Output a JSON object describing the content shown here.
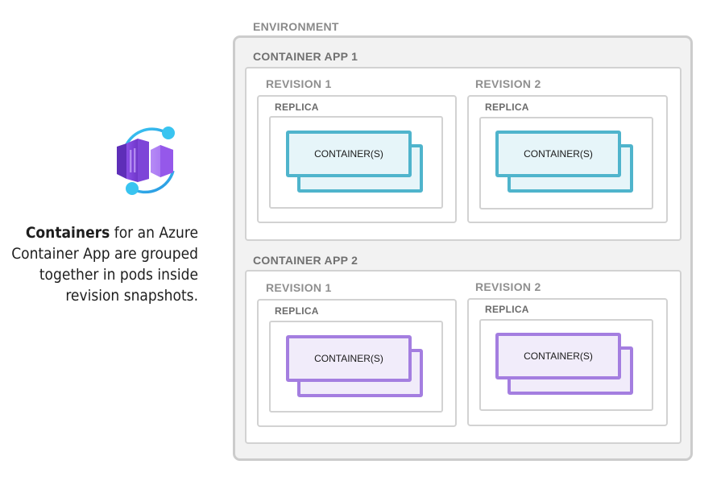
{
  "environment": {
    "label": "ENVIRONMENT",
    "apps": [
      {
        "label": "CONTAINER APP 1",
        "revisions": [
          {
            "label": "REVISION 1",
            "replica_label": "REPLICA",
            "container_label": "CONTAINER(S)"
          },
          {
            "label": "REVISION 2",
            "replica_label": "REPLICA",
            "container_label": "CONTAINER(S)"
          }
        ]
      },
      {
        "label": "CONTAINER APP 2",
        "revisions": [
          {
            "label": "REVISION 1",
            "replica_label": "REPLICA",
            "container_label": "CONTAINER(S)"
          },
          {
            "label": "REVISION 2",
            "replica_label": "REPLICA",
            "container_label": "CONTAINER(S)"
          }
        ]
      }
    ]
  },
  "description": {
    "bold": "Containers",
    "rest": " for an Azure Container App are grouped together in pods inside revision snapshots."
  },
  "logo": {
    "icon": "azure-container-apps-icon"
  },
  "colors": {
    "app1_container_border": "#4fb4cc",
    "app1_container_fill": "#e6f5f9",
    "app2_container_border": "#a47ee0",
    "app2_container_fill": "#f1ecfa",
    "environment_border": "#cccccc",
    "environment_fill": "#f2f2f2"
  }
}
